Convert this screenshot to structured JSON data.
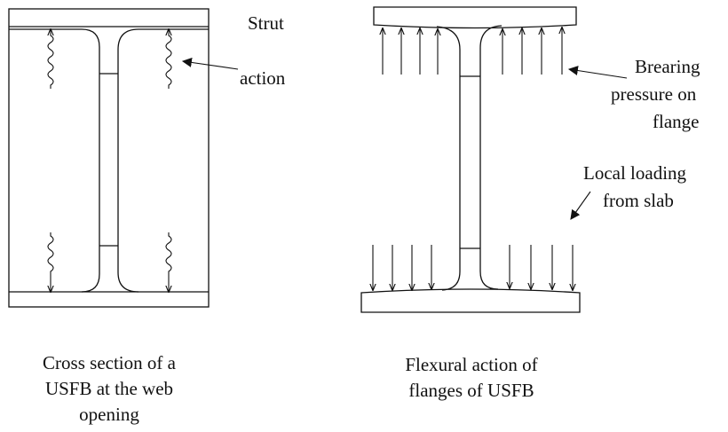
{
  "left_figure": {
    "annotation_lines": [
      "Strut",
      "action"
    ],
    "caption_lines": [
      "Cross section of a",
      "USFB at the web",
      "opening"
    ]
  },
  "right_figure": {
    "bearing_annotation_lines": [
      "Brearing",
      "pressure on",
      "flange"
    ],
    "loading_annotation_lines": [
      "Local loading",
      "from slab"
    ],
    "caption_lines": [
      "Flexural action of",
      "flanges of USFB"
    ]
  },
  "colors": {
    "line": "#111111",
    "background": "#ffffff"
  }
}
